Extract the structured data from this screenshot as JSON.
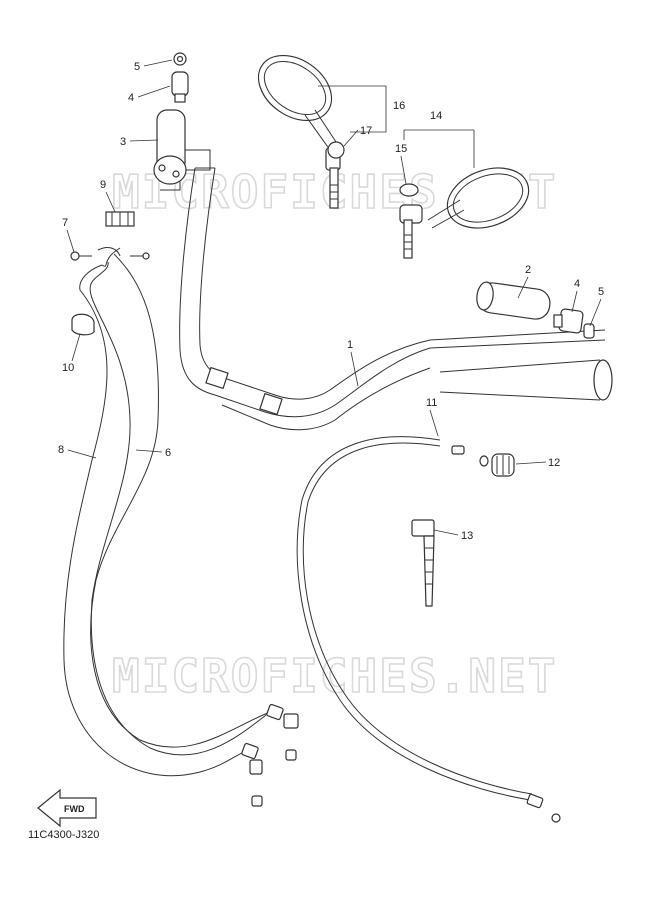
{
  "watermark": "MICROFICHES.NET",
  "diagram_code": "11C4300-J320",
  "fwd_label": "FWD",
  "parts": [
    "1",
    "2",
    "3",
    "4",
    "5",
    "6",
    "7",
    "8",
    "9",
    "10",
    "11",
    "12",
    "13",
    "14",
    "15",
    "16",
    "17",
    "4",
    "5"
  ]
}
